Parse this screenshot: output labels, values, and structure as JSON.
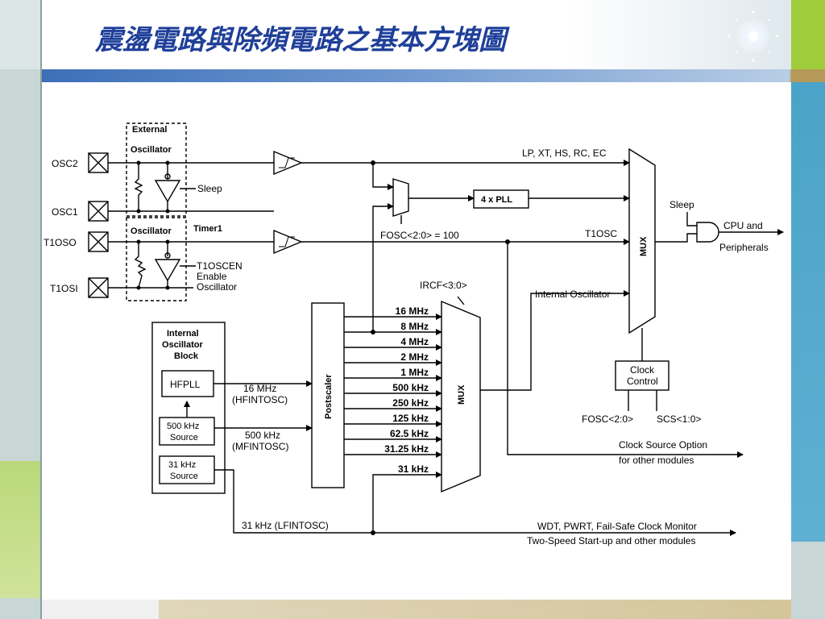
{
  "slide": {
    "title": "震盪電路與除頻電路之基本方塊圖",
    "colors": {
      "title": "#1f3f99",
      "band_blue": "#3d6fb8",
      "accent_green": "#9fcc3a",
      "accent_teal": "#4aa3c8",
      "frame_gray": "#c8d6d6"
    }
  },
  "diagram": {
    "pins": {
      "osc2": "OSC2",
      "osc1": "OSC1",
      "t1oso": "T1OSO",
      "t1osi": "T1OSI"
    },
    "ext_osc": {
      "line1": "External",
      "line2": "Oscillator"
    },
    "timer_osc": {
      "label": "Oscillator",
      "timer": "Timer1"
    },
    "sleep_label": "Sleep",
    "t1oscen": {
      "line1": "T1OSCEN",
      "line2": "Enable",
      "line3": "Oscillator"
    },
    "main_mux": {
      "label": "MUX",
      "in_top": "LP, XT, HS, RC, EC",
      "in_t1osc": "T1OSC",
      "in_internal": "Internal Oscillator"
    },
    "pll": {
      "label": "4 x PLL",
      "fosc": "FOSC<2:0> = 100"
    },
    "gate": {
      "sleep": "Sleep",
      "out1": "CPU and",
      "out2": "Peripherals"
    },
    "internal_block": {
      "line1": "Internal",
      "line2": "Oscillator",
      "line3": "Block",
      "hfpll": "HFPLL",
      "src500_1": "500 kHz",
      "src500_2": "Source",
      "src31_1": "31 kHz",
      "src31_2": "Source"
    },
    "signals": {
      "hf1": "16 MHz",
      "hf2": "(HFINTOSC)",
      "mf1": "500 kHz",
      "mf2": "(MFINTOSC)",
      "lf": "31 kHz (LFINTOSC)"
    },
    "postscaler": "Postscaler",
    "irc_mux": {
      "label": "MUX",
      "irc": "IRCF<3:0>",
      "freqs": [
        "16 MHz",
        "8 MHz",
        "4 MHz",
        "2 MHz",
        "1 MHz",
        "500 kHz",
        "250 kHz",
        "125 kHz",
        "62.5 kHz",
        "31.25 kHz",
        "31 kHz"
      ]
    },
    "clock_control": {
      "line1": "Clock",
      "line2": "Control",
      "fosc": "FOSC<2:0>",
      "scs": "SCS<1:0>"
    },
    "outputs": {
      "cso1": "Clock Source Option",
      "cso2": "for other modules",
      "wdt1": "WDT, PWRT, Fail-Safe Clock Monitor",
      "wdt2": "Two-Speed Start-up and other modules"
    }
  }
}
